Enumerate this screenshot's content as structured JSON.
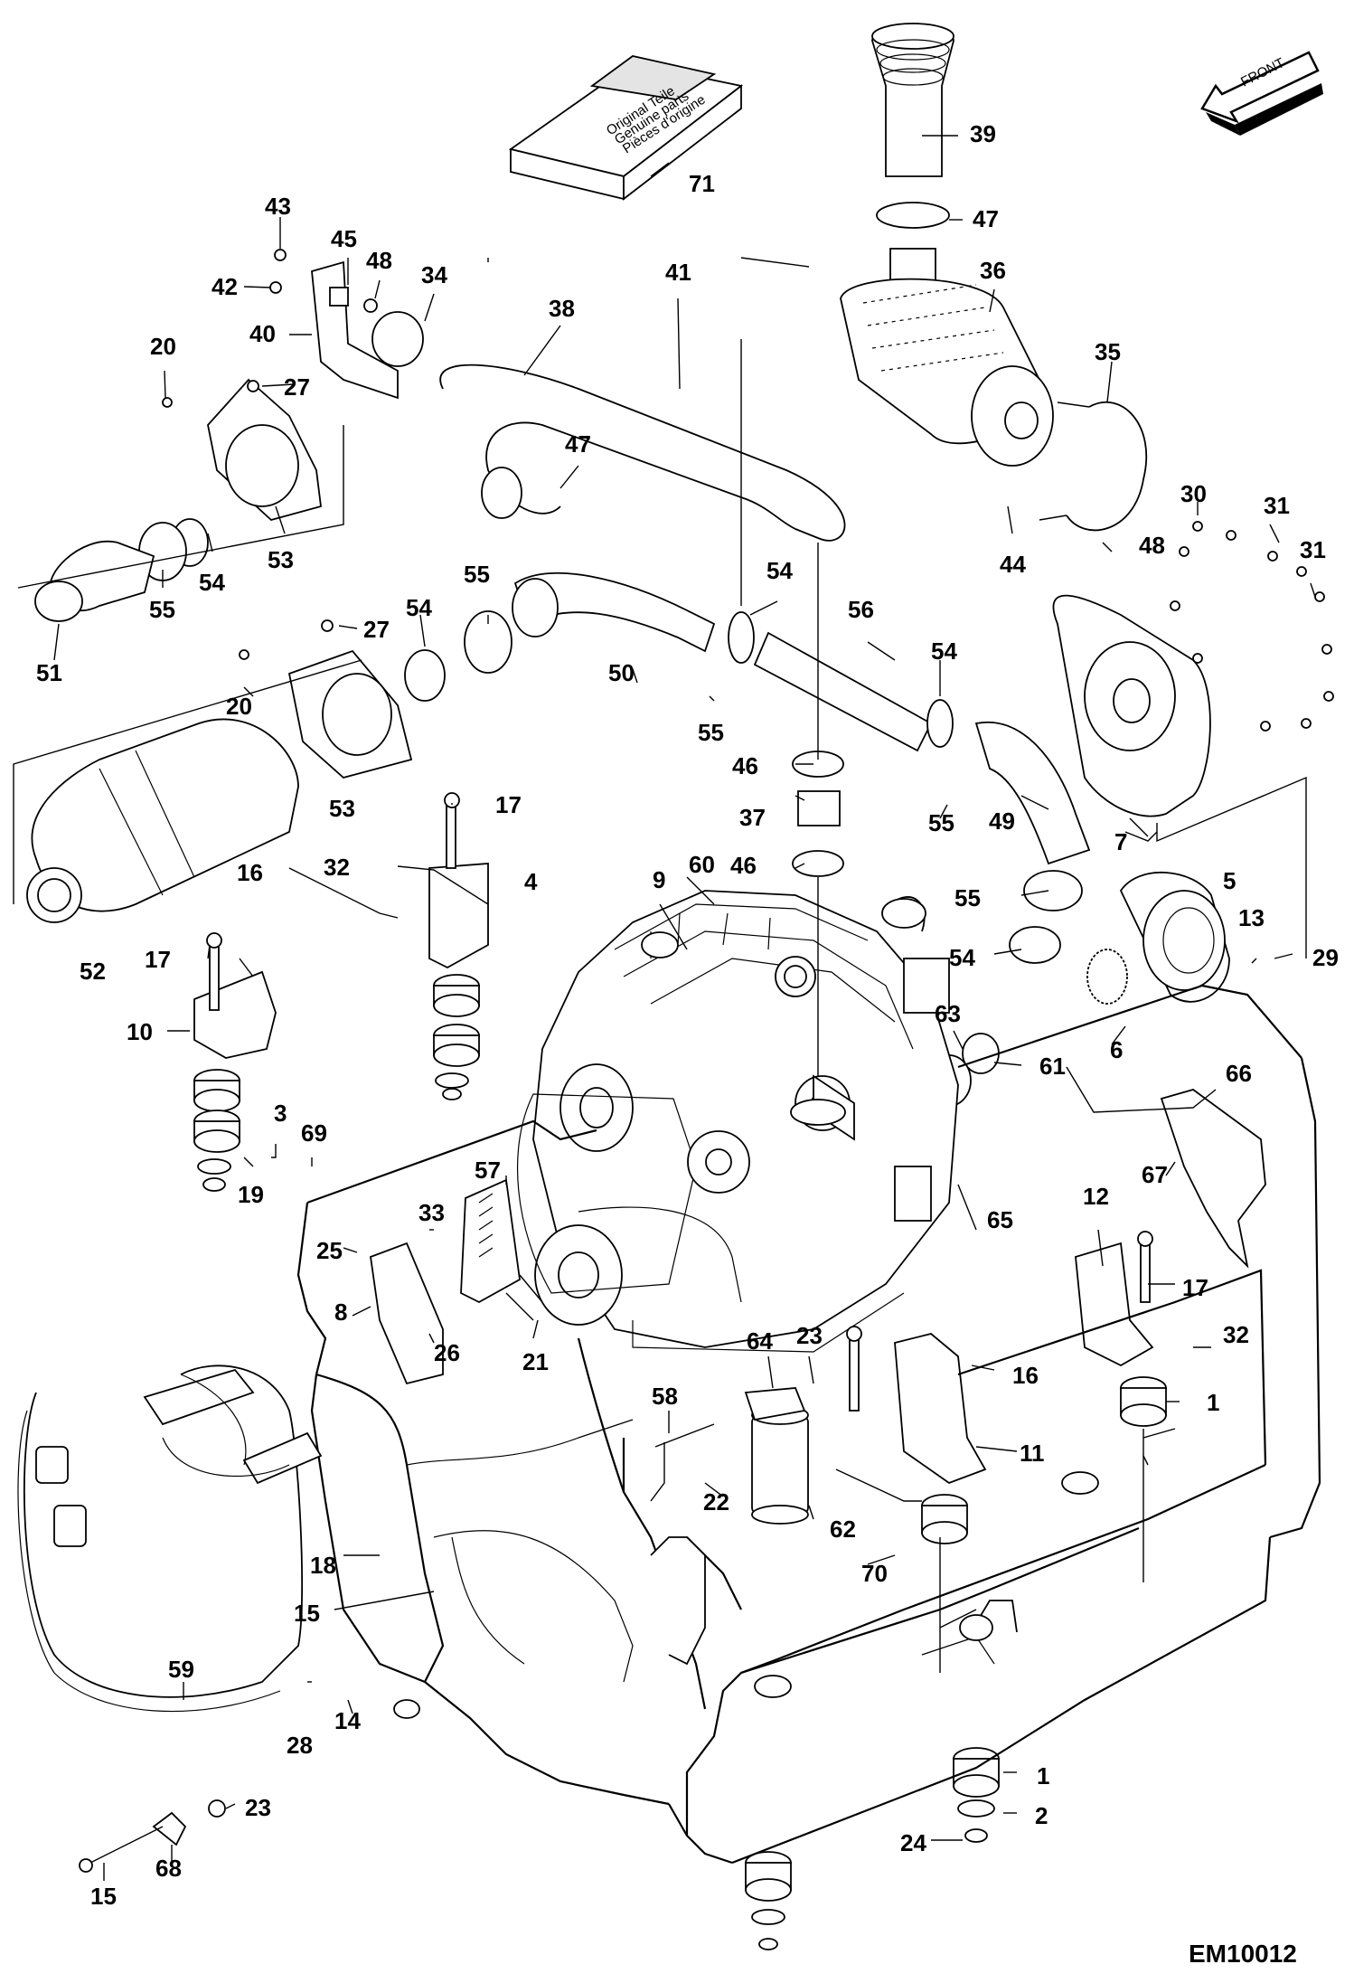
{
  "front_label": "FRONT",
  "drawing_code": "EM10012",
  "package_text": [
    "Original Teile",
    "Genuine parts",
    "Pièces d'origine"
  ],
  "callouts": [
    {
      "n": "71"
    },
    {
      "n": "39"
    },
    {
      "n": "47"
    },
    {
      "n": "43"
    },
    {
      "n": "45"
    },
    {
      "n": "48"
    },
    {
      "n": "34"
    },
    {
      "n": "42"
    },
    {
      "n": "41"
    },
    {
      "n": "36"
    },
    {
      "n": "40"
    },
    {
      "n": "38"
    },
    {
      "n": "20"
    },
    {
      "n": "27"
    },
    {
      "n": "35"
    },
    {
      "n": "47"
    },
    {
      "n": "53"
    },
    {
      "n": "54"
    },
    {
      "n": "55"
    },
    {
      "n": "30"
    },
    {
      "n": "31"
    },
    {
      "n": "31"
    },
    {
      "n": "44"
    },
    {
      "n": "48"
    },
    {
      "n": "51"
    },
    {
      "n": "54"
    },
    {
      "n": "27"
    },
    {
      "n": "55"
    },
    {
      "n": "54"
    },
    {
      "n": "56"
    },
    {
      "n": "20"
    },
    {
      "n": "50"
    },
    {
      "n": "54"
    },
    {
      "n": "55"
    },
    {
      "n": "46"
    },
    {
      "n": "53"
    },
    {
      "n": "37"
    },
    {
      "n": "17"
    },
    {
      "n": "55"
    },
    {
      "n": "49"
    },
    {
      "n": "7"
    },
    {
      "n": "32"
    },
    {
      "n": "4"
    },
    {
      "n": "9"
    },
    {
      "n": "60"
    },
    {
      "n": "46"
    },
    {
      "n": "16"
    },
    {
      "n": "5"
    },
    {
      "n": "55"
    },
    {
      "n": "13"
    },
    {
      "n": "52"
    },
    {
      "n": "17"
    },
    {
      "n": "54"
    },
    {
      "n": "29"
    },
    {
      "n": "10"
    },
    {
      "n": "63"
    },
    {
      "n": "6"
    },
    {
      "n": "61"
    },
    {
      "n": "66"
    },
    {
      "n": "3"
    },
    {
      "n": "69"
    },
    {
      "n": "19"
    },
    {
      "n": "57"
    },
    {
      "n": "67"
    },
    {
      "n": "33"
    },
    {
      "n": "12"
    },
    {
      "n": "25"
    },
    {
      "n": "65"
    },
    {
      "n": "8"
    },
    {
      "n": "17"
    },
    {
      "n": "26"
    },
    {
      "n": "21"
    },
    {
      "n": "64"
    },
    {
      "n": "23"
    },
    {
      "n": "32"
    },
    {
      "n": "16"
    },
    {
      "n": "1"
    },
    {
      "n": "58"
    },
    {
      "n": "11"
    },
    {
      "n": "22"
    },
    {
      "n": "62"
    },
    {
      "n": "18"
    },
    {
      "n": "70"
    },
    {
      "n": "15"
    },
    {
      "n": "59"
    },
    {
      "n": "28"
    },
    {
      "n": "14"
    },
    {
      "n": "1"
    },
    {
      "n": "2"
    },
    {
      "n": "23"
    },
    {
      "n": "24"
    },
    {
      "n": "68"
    },
    {
      "n": "15"
    }
  ]
}
